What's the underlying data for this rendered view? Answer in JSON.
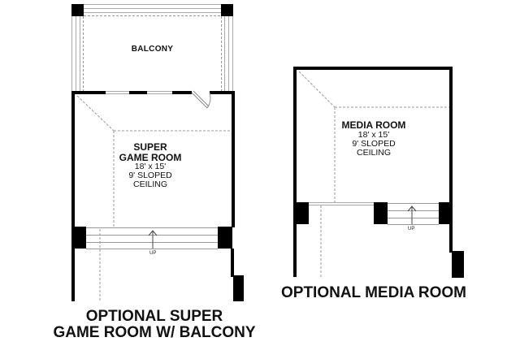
{
  "plans": [
    {
      "id": "super-game-room",
      "title_lines": [
        "OPTIONAL SUPER",
        "GAME ROOM W/ BALCONY"
      ],
      "rooms": [
        {
          "name": "BALCONY"
        },
        {
          "name_lines": [
            "SUPER",
            "GAME ROOM"
          ],
          "dimensions": "18' x 15'",
          "ceiling_lines": [
            "9' SLOPED",
            "CEILING"
          ]
        }
      ],
      "stair_label": "UP"
    },
    {
      "id": "media-room",
      "title_lines": [
        "OPTIONAL MEDIA ROOM"
      ],
      "rooms": [
        {
          "name_lines": [
            "MEDIA ROOM"
          ],
          "dimensions": "18' x 15'",
          "ceiling_lines": [
            "9' SLOPED",
            "CEILING"
          ]
        }
      ],
      "stair_label": "UP"
    }
  ],
  "colors": {
    "wall": "#000000",
    "dashed": "#999999",
    "railing": "#aaaaaa",
    "text": "#111111",
    "background": "#ffffff"
  }
}
